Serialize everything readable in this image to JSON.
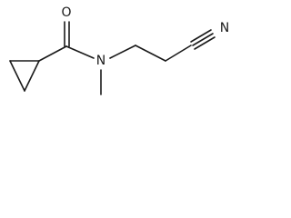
{
  "molecule": {
    "atoms": {
      "oxygen": "O",
      "nitrogen_amide": "N",
      "nitrogen_nitrile": "N"
    },
    "line_color": "#1a1a1a"
  }
}
